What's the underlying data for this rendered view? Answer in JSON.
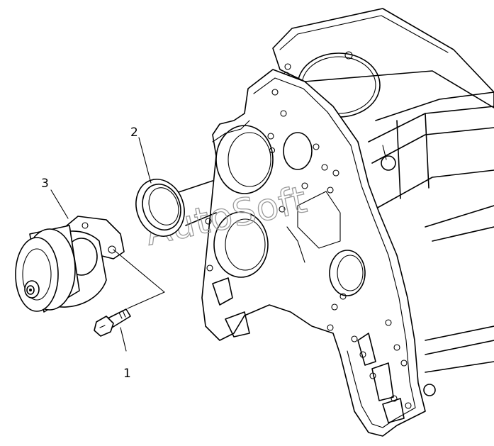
{
  "callouts": {
    "part1": "1",
    "part2": "2",
    "part3": "3"
  },
  "watermark": "AutoSoft",
  "colors": {
    "line": "#000000",
    "background": "#ffffff",
    "watermark": "#9a9a9a"
  }
}
